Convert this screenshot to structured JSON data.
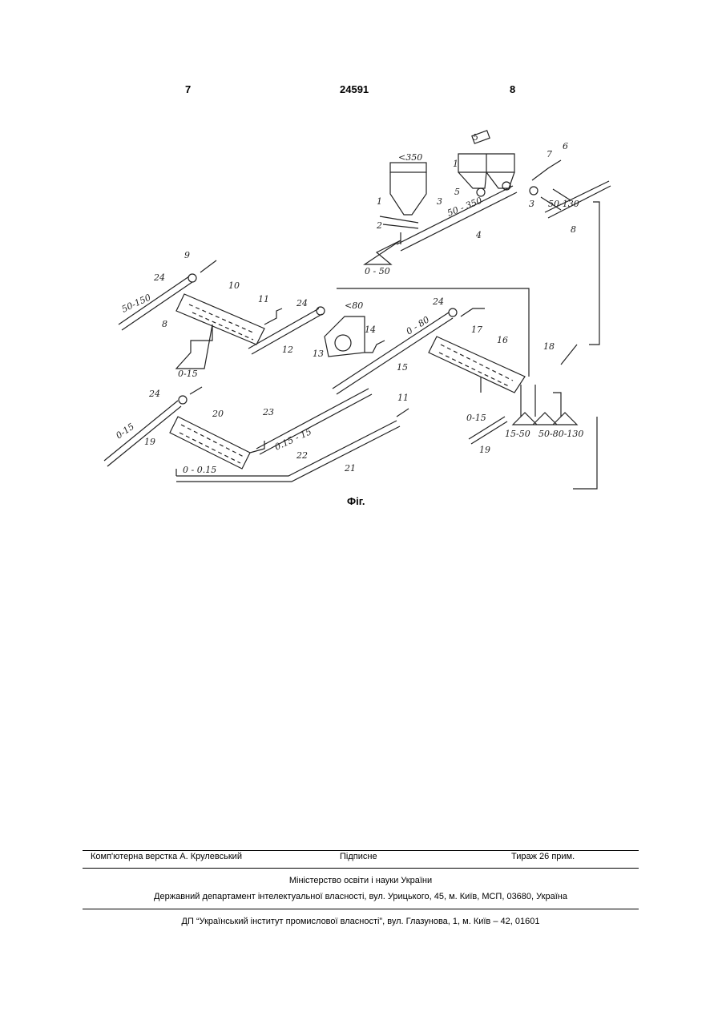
{
  "header": {
    "left_page": "7",
    "patent_number": "24591",
    "right_page": "8"
  },
  "figure": {
    "caption": "Фіг.",
    "labels": {
      "l_350": "<350",
      "l_1": "1",
      "l_2": "2",
      "l_3": "3",
      "l_50_350": "50 - 350",
      "l_4": "4",
      "l_0_50": "0 - 50",
      "l_5a": "5",
      "l_5b": "5",
      "l_1b": "1",
      "l_7": "7",
      "l_6": "6",
      "l_3b": "3",
      "l_50_130": "50-130",
      "l_8": "8",
      "l_9": "9",
      "l_24a": "24",
      "l_50_150": "50-150",
      "l_8b": "8",
      "l_10": "10",
      "l_11": "11",
      "l_0_15a": "0-15",
      "l_12": "12",
      "l_24b": "24",
      "l_80": "<80",
      "l_13": "13",
      "l_14": "14",
      "l_0_80": "0 - 80",
      "l_15": "15",
      "l_24c": "24",
      "l_17": "17",
      "l_16": "16",
      "l_18": "18",
      "l_0_15b": "0-15",
      "l_19": "19",
      "l_15_50": "15-50",
      "l_50_80_130": "50-80-130",
      "l_24d": "24",
      "l_0_15c": "0-15",
      "l_19b": "19",
      "l_20": "20",
      "l_23": "23",
      "l_015_15": "0.15 - 15",
      "l_22": "22",
      "l_0_015": "0 - 0.15",
      "l_21": "21",
      "l_11b": "11"
    }
  },
  "footer": {
    "layout": "Комп'ютерна верстка А. Крулевський",
    "signed": "Підписне",
    "circulation": "Тираж 26 прим.",
    "ministry": "Міністерство освіти і науки України",
    "department": "Державний департамент інтелектуальної власності, вул. Урицького, 45, м. Київ, МСП, 03680, Україна",
    "institute": "ДП “Український інститут промислової власності”, вул. Глазунова, 1, м. Київ – 42, 01601"
  }
}
